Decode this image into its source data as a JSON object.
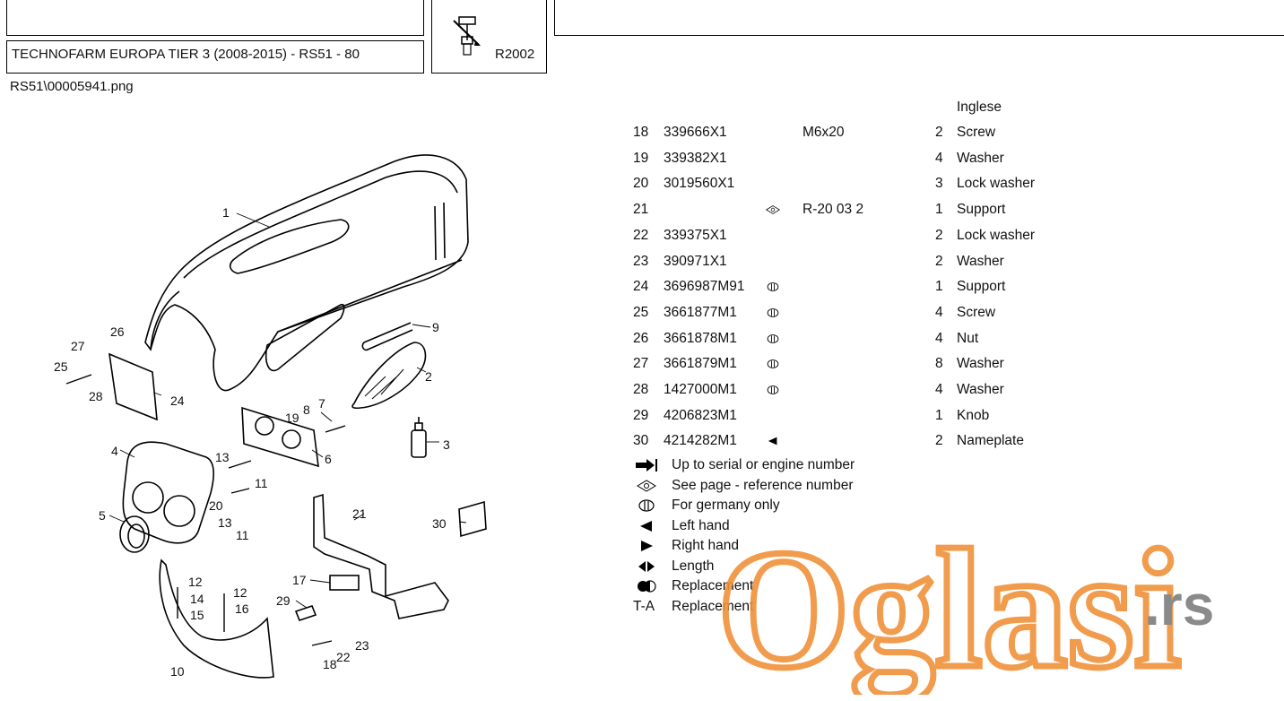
{
  "header": {
    "title": "TECHNOFARM EUROPA TIER 3 (2008-2015) - RS51 - 80",
    "ref_code": "R2002",
    "filename": "RS51\\00005941.png"
  },
  "diagram": {
    "callouts": [
      "1",
      "2",
      "3",
      "4",
      "5",
      "6",
      "7",
      "8",
      "9",
      "10",
      "11",
      "11",
      "12",
      "12",
      "13",
      "13",
      "14",
      "15",
      "16",
      "17",
      "18",
      "19",
      "20",
      "21",
      "22",
      "23",
      "24",
      "25",
      "26",
      "27",
      "28",
      "29",
      "30"
    ]
  },
  "parts_table": {
    "language_header": "Inglese",
    "rows": [
      {
        "pos": "18",
        "code": "339666X1",
        "symbol": "",
        "ref": "M6x20",
        "qty": "2",
        "desc": "Screw"
      },
      {
        "pos": "19",
        "code": "339382X1",
        "symbol": "",
        "ref": "",
        "qty": "4",
        "desc": "Washer"
      },
      {
        "pos": "20",
        "code": "3019560X1",
        "symbol": "",
        "ref": "",
        "qty": "3",
        "desc": "Lock washer"
      },
      {
        "pos": "21",
        "code": "",
        "symbol": "see-page-icon",
        "ref": "R-20 03 2",
        "qty": "1",
        "desc": "Support"
      },
      {
        "pos": "22",
        "code": "339375X1",
        "symbol": "",
        "ref": "",
        "qty": "2",
        "desc": "Lock washer"
      },
      {
        "pos": "23",
        "code": "390971X1",
        "symbol": "",
        "ref": "",
        "qty": "2",
        "desc": "Washer"
      },
      {
        "pos": "24",
        "code": "3696987M91",
        "symbol": "germany-only-icon",
        "ref": "",
        "qty": "1",
        "desc": "Support"
      },
      {
        "pos": "25",
        "code": "3661877M1",
        "symbol": "germany-only-icon",
        "ref": "",
        "qty": "4",
        "desc": "Screw"
      },
      {
        "pos": "26",
        "code": "3661878M1",
        "symbol": "germany-only-icon",
        "ref": "",
        "qty": "4",
        "desc": "Nut"
      },
      {
        "pos": "27",
        "code": "3661879M1",
        "symbol": "germany-only-icon",
        "ref": "",
        "qty": "8",
        "desc": "Washer"
      },
      {
        "pos": "28",
        "code": "1427000M1",
        "symbol": "germany-only-icon",
        "ref": "",
        "qty": "4",
        "desc": "Washer"
      },
      {
        "pos": "29",
        "code": "4206823M1",
        "symbol": "",
        "ref": "",
        "qty": "1",
        "desc": "Knob"
      },
      {
        "pos": "30",
        "code": "4214282M1",
        "symbol": "left-hand-icon",
        "ref": "",
        "qty": "2",
        "desc": "Nameplate"
      }
    ]
  },
  "legend": [
    {
      "icon": "serial-number-icon",
      "text": "Up to serial or engine number"
    },
    {
      "icon": "see-page-icon",
      "text": "See page - reference number"
    },
    {
      "icon": "germany-only-icon",
      "text": "For germany only"
    },
    {
      "icon": "left-hand-icon",
      "text": "Left hand"
    },
    {
      "icon": "right-hand-icon",
      "text": "Right hand"
    },
    {
      "icon": "length-icon",
      "text": "Length"
    },
    {
      "icon": "replacement-icon",
      "text": "Replacement"
    },
    {
      "label": "T-A",
      "text": "Replacement"
    }
  ],
  "watermark": {
    "brand": "Oglasi",
    "tld": ".rs",
    "color": "#f0913a",
    "tld_color": "#8a8a8a"
  }
}
